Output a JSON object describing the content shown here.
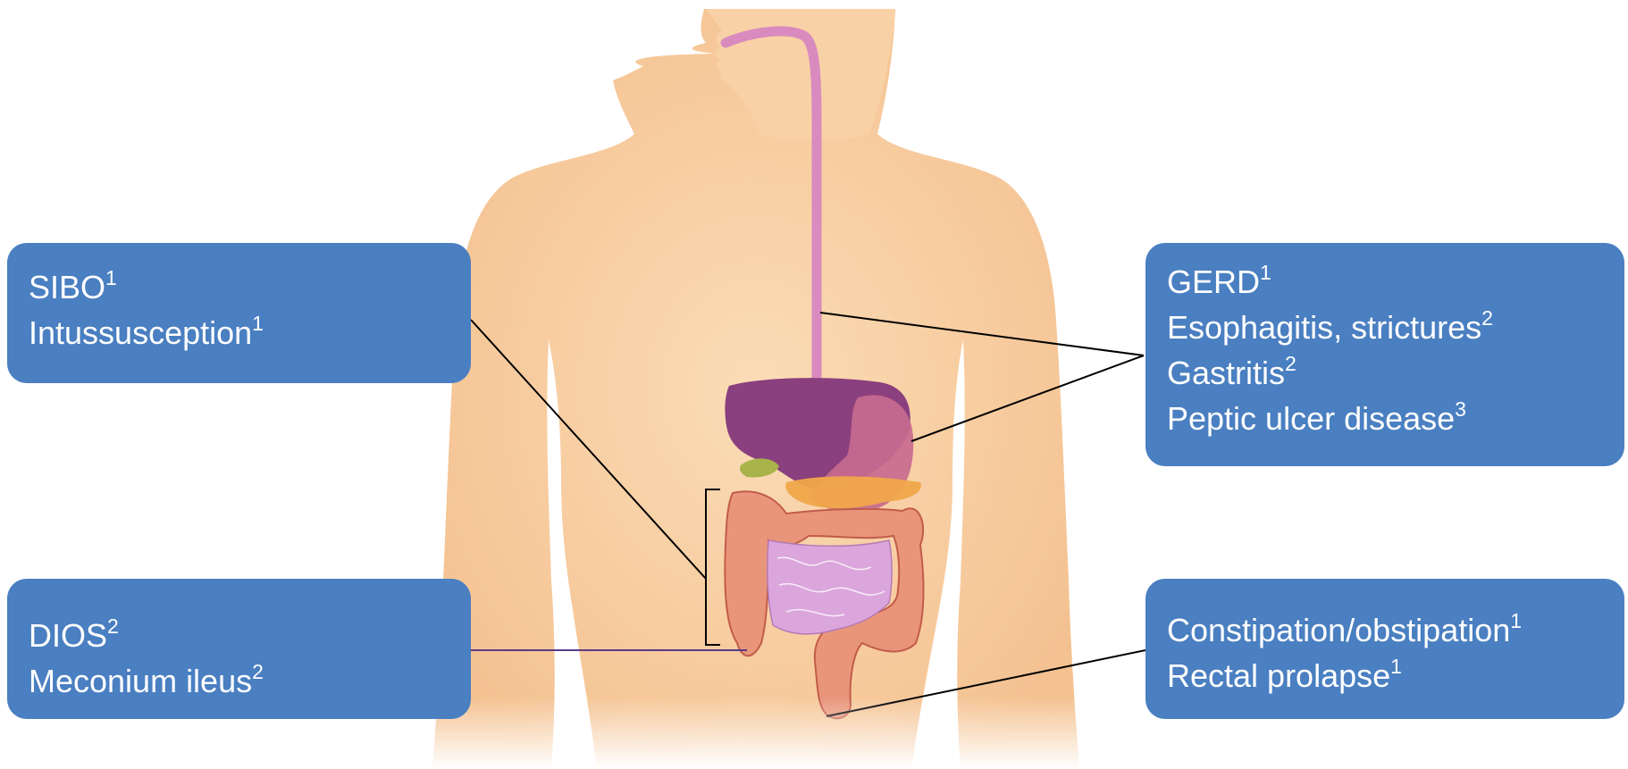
{
  "callouts": {
    "sibo": {
      "lines": [
        {
          "text": "SIBO",
          "ref": "1"
        },
        {
          "text": "Intussusception",
          "ref": "1"
        }
      ]
    },
    "dios": {
      "lines": [
        {
          "text": "DIOS",
          "ref": "2"
        },
        {
          "text": "Meconium ileus",
          "ref": "2"
        }
      ]
    },
    "gerd": {
      "lines": [
        {
          "text": "GERD",
          "ref": "1"
        },
        {
          "text": "Esophagitis, strictures",
          "ref": "2"
        },
        {
          "text": "Gastritis",
          "ref": "2"
        },
        {
          "text": "Peptic ulcer disease",
          "ref": "3"
        }
      ]
    },
    "constipation": {
      "lines": [
        {
          "text": "Constipation/obstipation",
          "ref": "1"
        },
        {
          "text": "Rectal prolapse",
          "ref": "1"
        }
      ]
    }
  },
  "colors": {
    "callout_fill": "#4a7fc1",
    "callout_text": "#ffffff",
    "body_skin": "#f8d2a6",
    "esophagus": "#d98bbf",
    "liver": "#8a3f7e",
    "stomach": "#c76a8e",
    "colon": "#e8957a",
    "small_intestine": "#dba6dc",
    "pancreas": "#f0a64a",
    "gallbladder": "#a8b44a",
    "leader_line": "#000000",
    "dios_leader": "#5a3a86"
  }
}
